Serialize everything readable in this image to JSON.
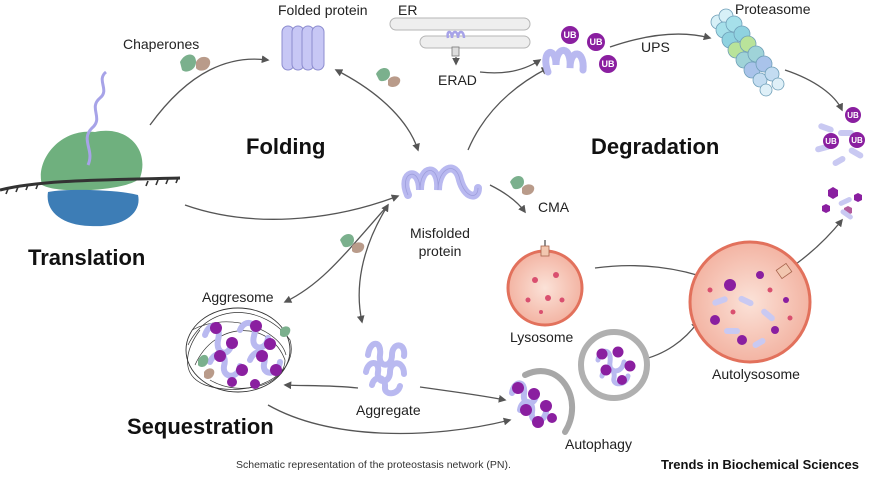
{
  "labels": {
    "folded_protein": "Folded protein",
    "er": "ER",
    "proteasome": "Proteasome",
    "chaperones": "Chaperones",
    "erad": "ERAD",
    "ups": "UPS",
    "folding": "Folding",
    "degradation": "Degradation",
    "cma": "CMA",
    "misfolded_protein": "Misfolded\nprotein",
    "translation": "Translation",
    "aggresome": "Aggresome",
    "lysosome": "Lysosome",
    "autolysosome": "Autolysosome",
    "aggregate": "Aggregate",
    "sequestration": "Sequestration",
    "autophagy": "Autophagy",
    "ub": "UB"
  },
  "caption": "Schematic representation of the proteostasis network (PN).",
  "brand": "Trends in Biochemical Sciences",
  "colors": {
    "protein": "#b9b9f0",
    "protein_stroke": "#8c8ccf",
    "ub": "#8a1fa0",
    "chaperone_green": "#7bb08d",
    "chaperone_tan": "#b99b8a",
    "ribosome_green": "#6fb07e",
    "ribosome_blue": "#3d7db6",
    "lysosome_fill": "#f6c6b8",
    "lysosome_stroke": "#e2715c",
    "arrow": "#555555"
  }
}
